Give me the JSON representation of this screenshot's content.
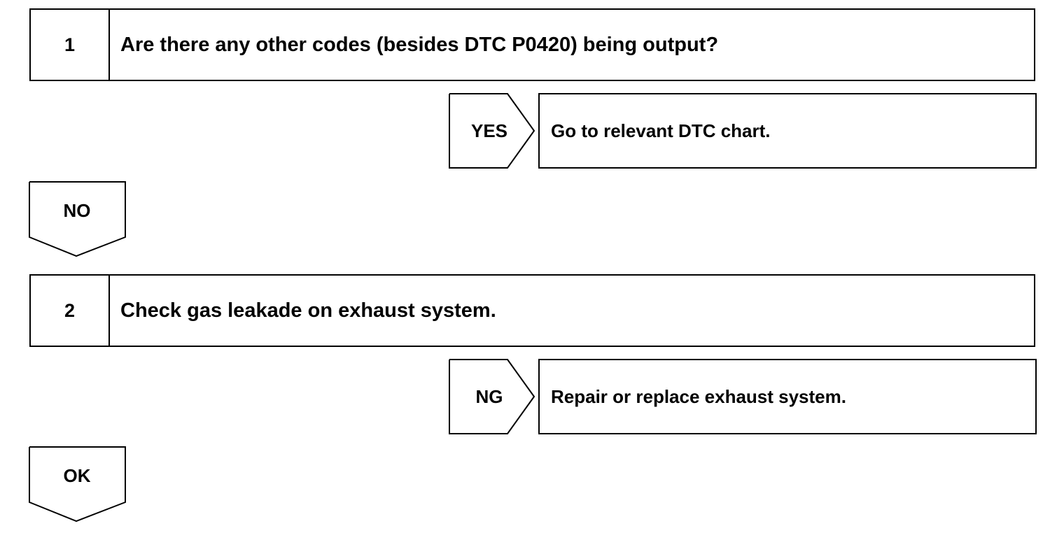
{
  "steps": [
    {
      "number": "1",
      "question": "Are there any other codes (besides DTC P0420) being output?",
      "branch": {
        "label": "YES",
        "action": "Go to relevant DTC chart."
      },
      "continue_label": "NO"
    },
    {
      "number": "2",
      "question": "Check gas leakade on exhaust system.",
      "branch": {
        "label": "NG",
        "action": "Repair or replace exhaust system."
      },
      "continue_label": "OK"
    }
  ]
}
